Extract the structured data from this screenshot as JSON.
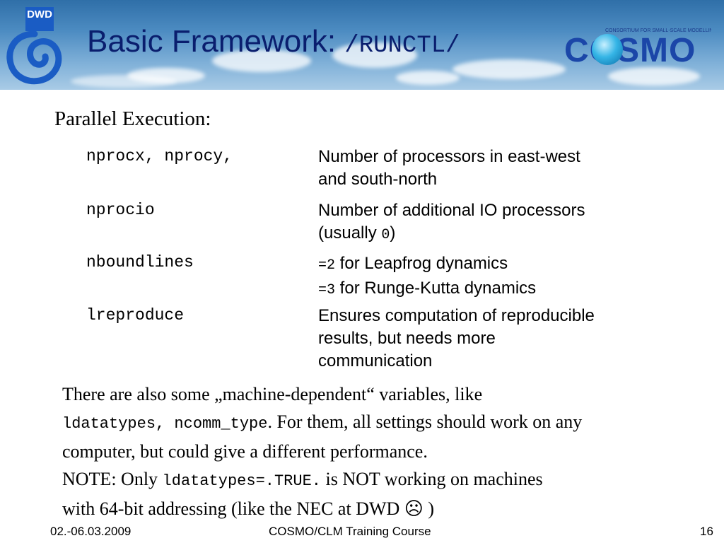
{
  "header": {
    "dwd_logo_text": "DWD",
    "title_main": "Basic Framework: ",
    "title_code": "/RUNCTL/",
    "cosmo_tagline": "CONSORTIUM FOR SMALL-SCALE MODELLING",
    "cosmo_text": "COSMO",
    "colors": {
      "title": "#0a1e6e",
      "sky": "#4d8cc2",
      "cosmo_blue": "#1b46a8"
    }
  },
  "section": {
    "heading": "Parallel Execution:"
  },
  "params": [
    {
      "name": "nprocx, nprocy,",
      "desc_line1": "Number of processors in east-west",
      "desc_line2": "and south-north"
    },
    {
      "name": "nprocio",
      "desc_line1": "Number of additional IO processors",
      "desc_line2_pre": "(usually ",
      "desc_line2_code": "0",
      "desc_line2_post": ")"
    },
    {
      "name": "nboundlines",
      "desc_line1_code": "=2",
      "desc_line1_text": " for Leapfrog dynamics",
      "desc_line2_code": "=3",
      "desc_line2_text": " for Runge-Kutta dynamics"
    },
    {
      "name": "lreproduce",
      "desc_line1": "Ensures computation of reproducible",
      "desc_line2": "results, but needs more",
      "desc_line3": "communication"
    }
  ],
  "note": {
    "l1": "There are also some „machine-dependent“ variables, like",
    "l2_code": "ldatatypes, ncomm_type",
    "l2_text": ". For them, all settings should work on any",
    "l3": "computer, but could give a different performance.",
    "l4_pre": "NOTE: Only ",
    "l4_code": "ldatatypes=.TRUE.",
    "l4_post": " is NOT working on machines",
    "l5": "with 64-bit addressing (like the NEC at DWD   ☹ )"
  },
  "footer": {
    "date": "02.-06.03.2009",
    "course": "COSMO/CLM Training Course",
    "page": "16"
  }
}
